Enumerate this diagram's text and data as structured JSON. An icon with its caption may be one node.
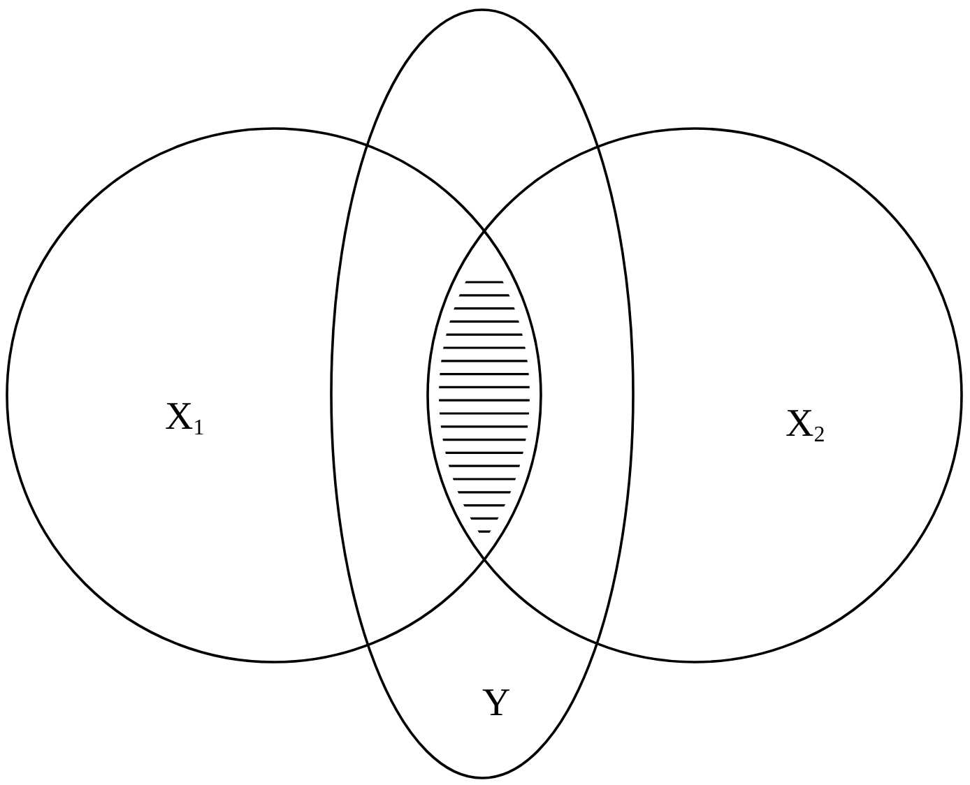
{
  "diagram": {
    "nodes": [
      {
        "text": [
          "X$_{1}$"
        ]
      },
      {
        "text": [
          "Y"
        ]
      },
      {
        "text": [
          "X$_{2}$"
        ]
      }
    ]
  }
}
